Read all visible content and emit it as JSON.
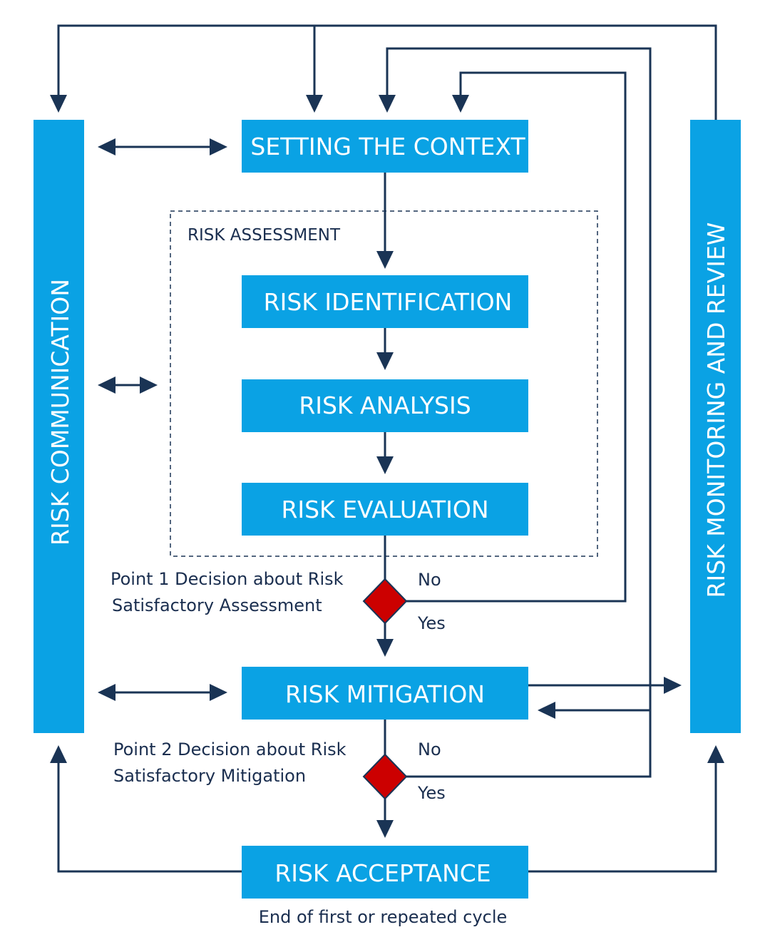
{
  "diagram": {
    "colors": {
      "box_fill": "#0aa2e4",
      "box_text": "#ffffff",
      "line": "#1a3455",
      "decision_fill": "#cc0000",
      "label_text": "#1a2e4f"
    },
    "boxes": {
      "setting_context": "SETTING THE CONTEXT",
      "risk_identification": "RISK IDENTIFICATION",
      "risk_analysis": "RISK ANALYSIS",
      "risk_evaluation": "RISK EVALUATION",
      "risk_mitigation": "RISK MITIGATION",
      "risk_acceptance": "RISK ACCEPTANCE"
    },
    "side_panels": {
      "communication": "RISK COMMUNICATION",
      "monitoring": "RISK MONITORING AND REVIEW"
    },
    "group": {
      "assessment_label": "RISK ASSESSMENT"
    },
    "decisions": {
      "point1_line1": "Point 1 Decision about Risk",
      "point1_line2": "Satisfactory Assessment",
      "point1_no": "No",
      "point1_yes": "Yes",
      "point2_line1": "Point 2 Decision about Risk",
      "point2_line2": "Satisfactory Mitigation",
      "point2_no": "No",
      "point2_yes": "Yes"
    },
    "footer": "End of first or repeated cycle"
  }
}
